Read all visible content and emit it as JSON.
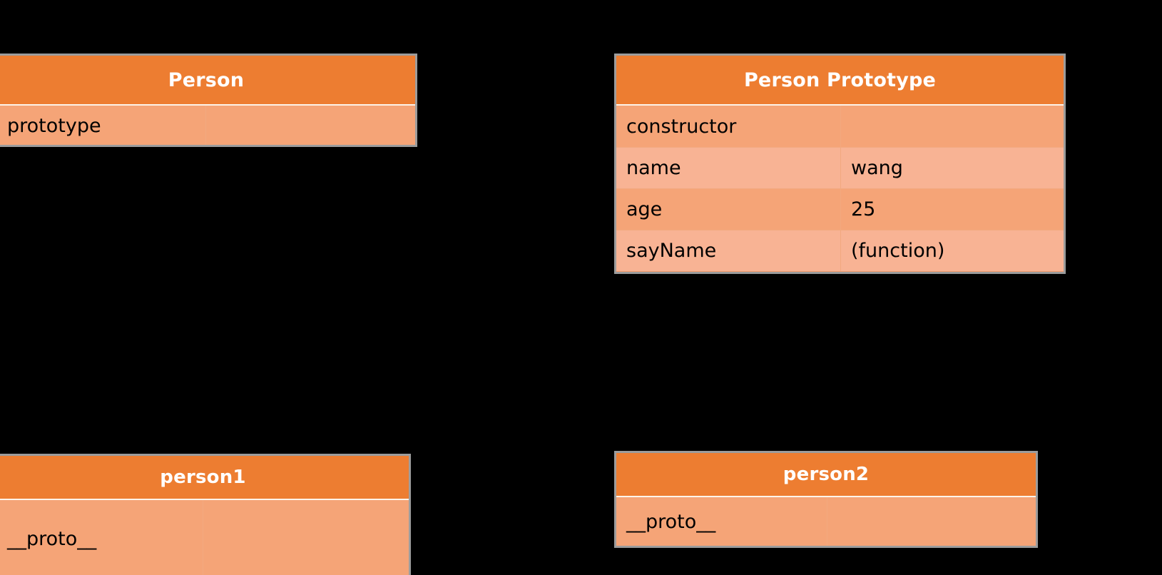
{
  "diagram": {
    "title": "JavaScript prototype relationship diagram",
    "background_color": "#000000",
    "accent_header_color": "#ed7d31",
    "accent_row_color": "#f5a477",
    "accent_row_alt_color": "#f8b394",
    "border_color": "#9c9c9c",
    "connector_color": "#000000"
  },
  "boxes": {
    "person": {
      "title": "Person",
      "rows": [
        {
          "key": "prototype",
          "value": ""
        }
      ]
    },
    "person_prototype": {
      "title": "Person Prototype",
      "rows": [
        {
          "key": "constructor",
          "value": ""
        },
        {
          "key": "name",
          "value": "wang"
        },
        {
          "key": "age",
          "value": "25"
        },
        {
          "key": "sayName",
          "value": "(function)"
        }
      ]
    },
    "person1": {
      "title": "person1",
      "rows": [
        {
          "key": "__proto__",
          "value": ""
        }
      ]
    },
    "person2": {
      "title": "person2",
      "rows": [
        {
          "key": "__proto__",
          "value": ""
        }
      ]
    }
  },
  "connectors": [
    {
      "name": "person-prototype-to-person-prototype-box",
      "from": "Person.prototype",
      "to": "Person Prototype"
    },
    {
      "name": "prototype-constructor-to-person",
      "from": "Person Prototype.constructor",
      "to": "Person"
    },
    {
      "name": "person1-proto-to-person-prototype",
      "from": "person1.__proto__",
      "to": "Person Prototype"
    },
    {
      "name": "person2-proto-to-person-prototype",
      "from": "person2.__proto__",
      "to": "Person Prototype"
    }
  ]
}
